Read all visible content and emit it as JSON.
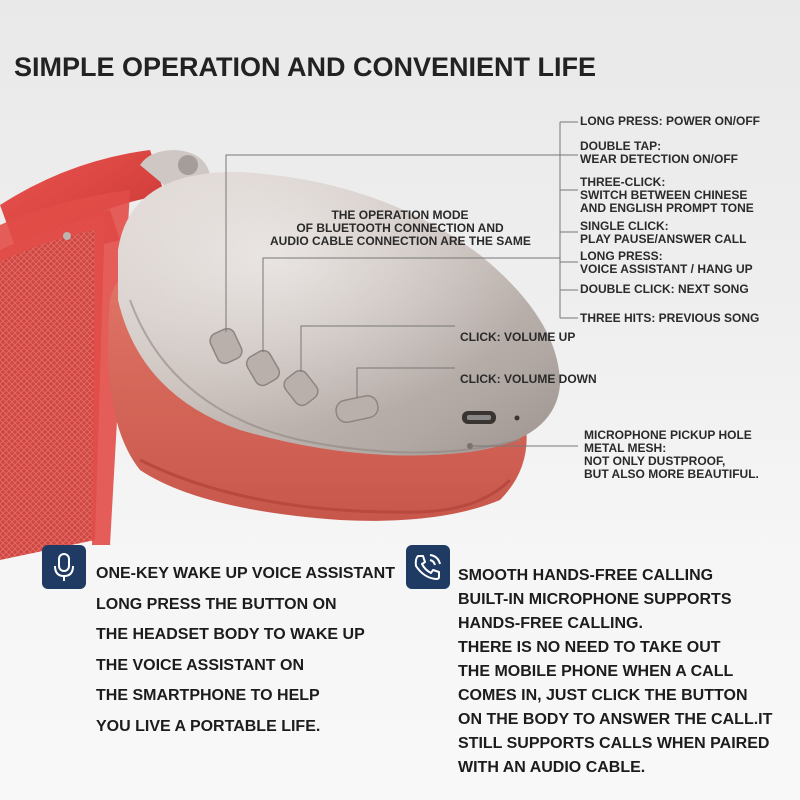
{
  "title": "SIMPLE OPERATION AND CONVENIENT LIFE",
  "mode_note": [
    "THE OPERATION MODE",
    "OF BLUETOOTH CONNECTION AND",
    "AUDIO CABLE CONNECTION ARE THE SAME"
  ],
  "callouts": {
    "power": "LONG PRESS: POWER ON/OFF",
    "wear": [
      "DOUBLE TAP:",
      "WEAR DETECTION ON/OFF"
    ],
    "prompt": [
      "THREE-CLICK:",
      "SWITCH BETWEEN CHINESE",
      "AND ENGLISH PROMPT TONE"
    ],
    "play": [
      "SINGLE CLICK:",
      "PLAY PAUSE/ANSWER CALL"
    ],
    "assistant": [
      "LONG PRESS:",
      "VOICE ASSISTANT / HANG UP"
    ],
    "next": "DOUBLE CLICK: NEXT SONG",
    "prev": "THREE HITS: PREVIOUS SONG",
    "vol_up": "CLICK: VOLUME UP",
    "vol_down": "CLICK: VOLUME DOWN",
    "mic": [
      "MICROPHONE PICKUP HOLE",
      "METAL MESH:",
      "NOT ONLY DUSTPROOF,",
      "BUT ALSO MORE BEAUTIFUL."
    ]
  },
  "features": [
    {
      "icon": "microphone-icon",
      "lines": [
        "ONE-KEY WAKE UP VOICE ASSISTANT",
        "LONG PRESS THE BUTTON ON",
        "THE HEADSET BODY TO WAKE UP",
        "THE VOICE ASSISTANT ON",
        "THE SMARTPHONE TO HELP",
        "YOU LIVE A PORTABLE LIFE."
      ]
    },
    {
      "icon": "phone-call-icon",
      "lines": [
        "SMOOTH HANDS-FREE CALLING",
        "BUILT-IN MICROPHONE SUPPORTS",
        "HANDS-FREE CALLING.",
        "THERE IS NO NEED TO TAKE OUT",
        "THE MOBILE PHONE WHEN A CALL",
        "COMES IN, JUST CLICK THE BUTTON",
        "ON THE BODY TO ANSWER THE CALL.IT",
        "STILL SUPPORTS CALLS WHEN PAIRED",
        "WITH AN AUDIO CABLE."
      ]
    }
  ],
  "colors": {
    "headband": "#e0433f",
    "cushion": "#d96a5c",
    "cup": "#c9c2bd",
    "icon_bg": "#1f3a63"
  }
}
